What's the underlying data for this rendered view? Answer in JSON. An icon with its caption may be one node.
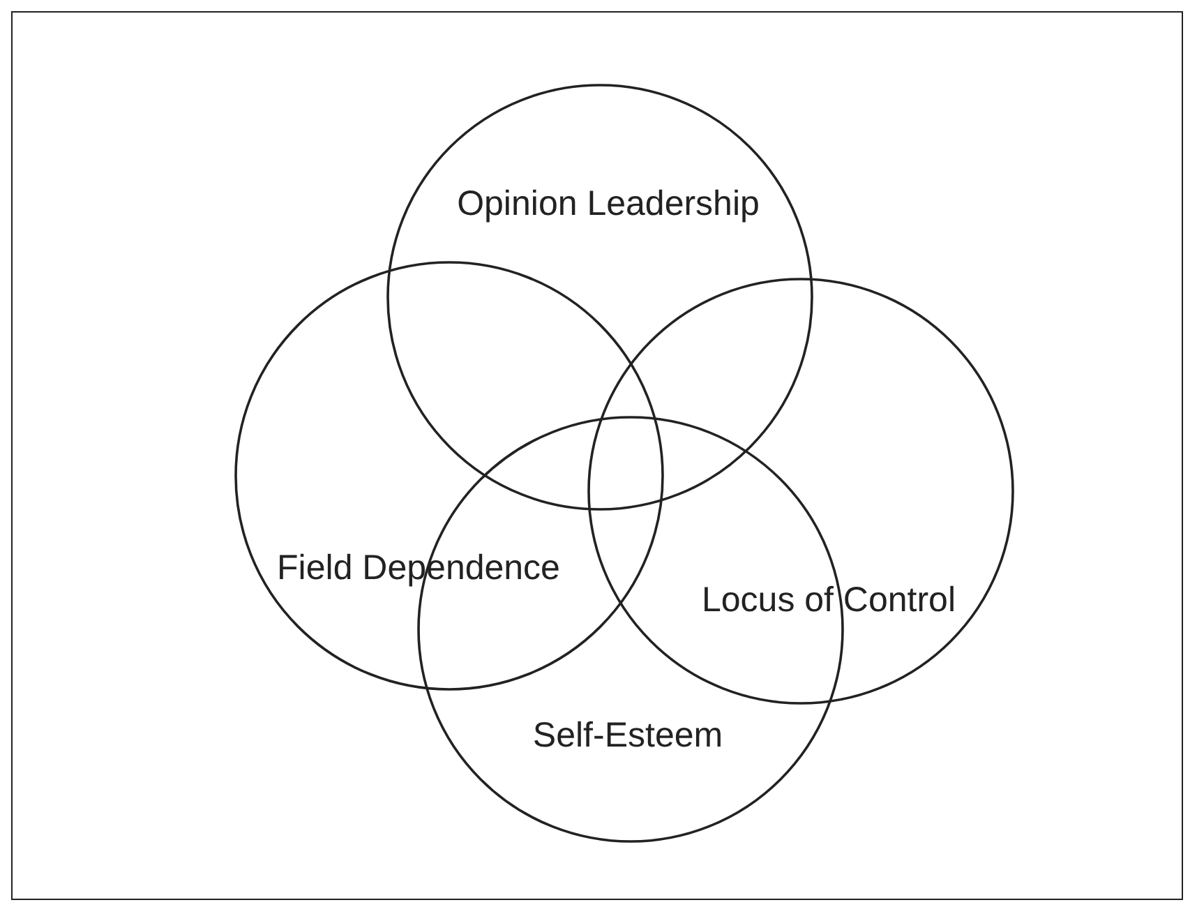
{
  "diagram": {
    "nodes": [
      {
        "text": [
          "Opinion Leadership"
        ]
      },
      {
        "text": [
          "Field Dependence"
        ]
      },
      {
        "text": [
          "Locus of Control"
        ]
      },
      {
        "text": [
          "Self-Esteem"
        ]
      }
    ]
  }
}
